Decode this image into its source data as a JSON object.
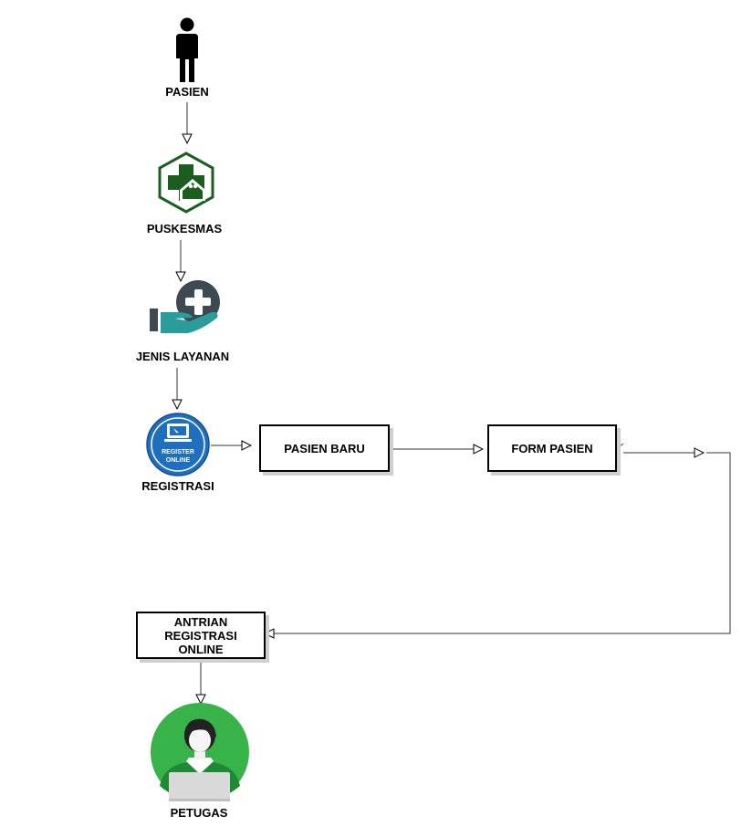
{
  "nodes": {
    "pasien": {
      "label": "PASIEN",
      "icon": "person-icon"
    },
    "puskesmas": {
      "label": "PUSKESMAS",
      "icon": "puskesmas-logo-icon"
    },
    "jenis_layanan": {
      "label": "JENIS LAYANAN",
      "icon": "hand-medical-cross-icon"
    },
    "registrasi": {
      "label": "REGISTRASI",
      "icon": "register-online-icon",
      "badge_line1": "REGISTER",
      "badge_line2": "ONLINE"
    },
    "pasien_baru": {
      "label": "PASIEN BARU"
    },
    "form_pasien": {
      "label": "FORM PASIEN"
    },
    "antrian": {
      "line1": "ANTRIAN",
      "line2": "REGISTRASI",
      "line3": "ONLINE"
    },
    "petugas": {
      "label": "PETUGAS",
      "icon": "officer-avatar-icon"
    }
  },
  "colors": {
    "puskesmas_green": "#1b5e20",
    "hand_teal": "#2a9d9b",
    "cross_circle": "#3d4a52",
    "registrasi_blue": "#1e6fc0",
    "petugas_green": "#37b34a"
  }
}
